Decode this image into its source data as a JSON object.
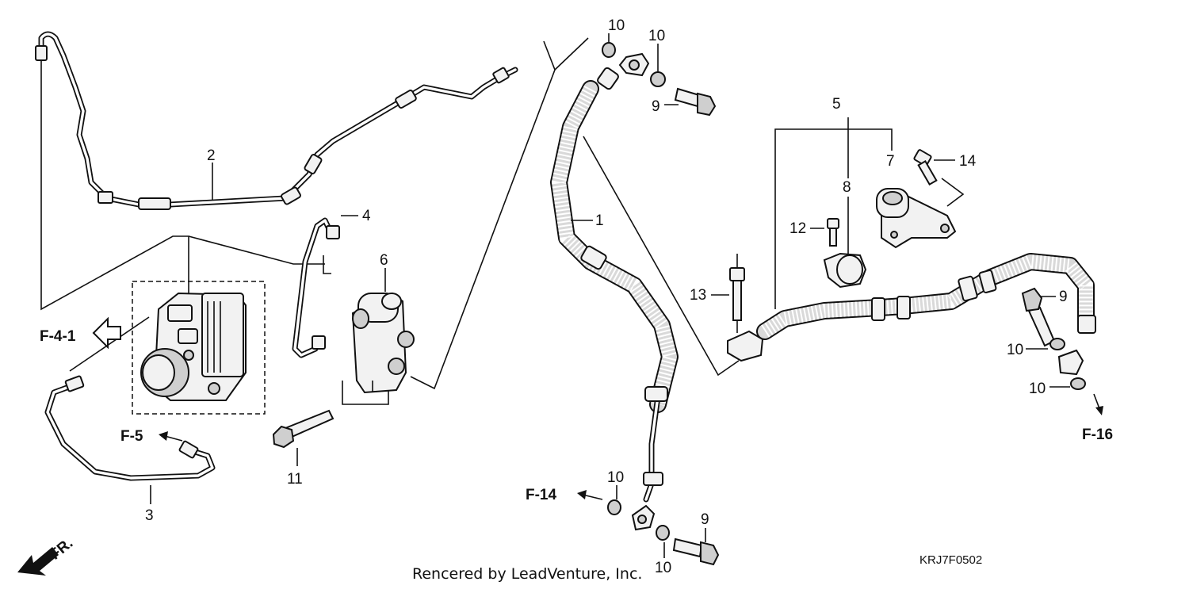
{
  "callouts": {
    "c1": "1",
    "c2": "2",
    "c3": "3",
    "c4": "4",
    "c5": "5",
    "c6": "6",
    "c7": "7",
    "c8": "8",
    "c9a": "9",
    "c9b": "9",
    "c9c": "9",
    "c10a": "10",
    "c10b": "10",
    "c10c": "10",
    "c10d": "10",
    "c10e": "10",
    "c10f": "10",
    "c11": "11",
    "c12": "12",
    "c13": "13",
    "c14": "14"
  },
  "references": {
    "f41": "F-4-1",
    "f5": "F-5",
    "f14": "F-14",
    "f16": "F-16",
    "fr": "FR."
  },
  "footer": {
    "credit": "Rencered by LeadVenture, Inc.",
    "diagram_code": "KRJ7F0502"
  }
}
